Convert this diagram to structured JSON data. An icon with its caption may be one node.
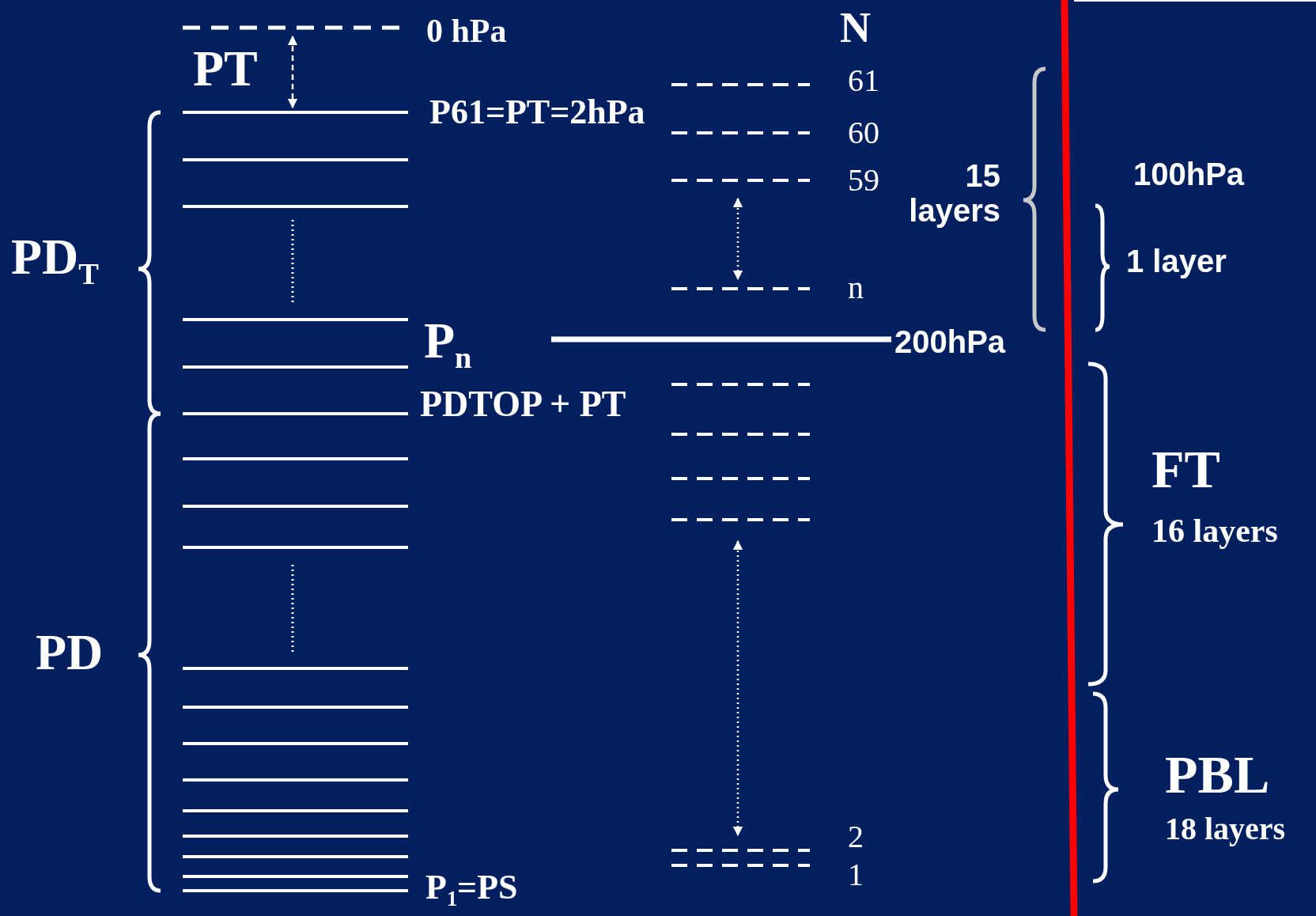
{
  "diagram": {
    "labels": [
      "0 hPa",
      "PT",
      "P61=PT=2hPa",
      "PD$_{T}$",
      "P$_{n}$",
      "PDTOP + PT",
      "PD",
      "P$_{1}$=PS",
      "N",
      "61",
      "60",
      "59",
      "n",
      "2",
      "1",
      "15 layers",
      "100hPa",
      "1 layer",
      "200hPa",
      "FT",
      "16 layers",
      "PBL",
      "18 layers"
    ]
  }
}
